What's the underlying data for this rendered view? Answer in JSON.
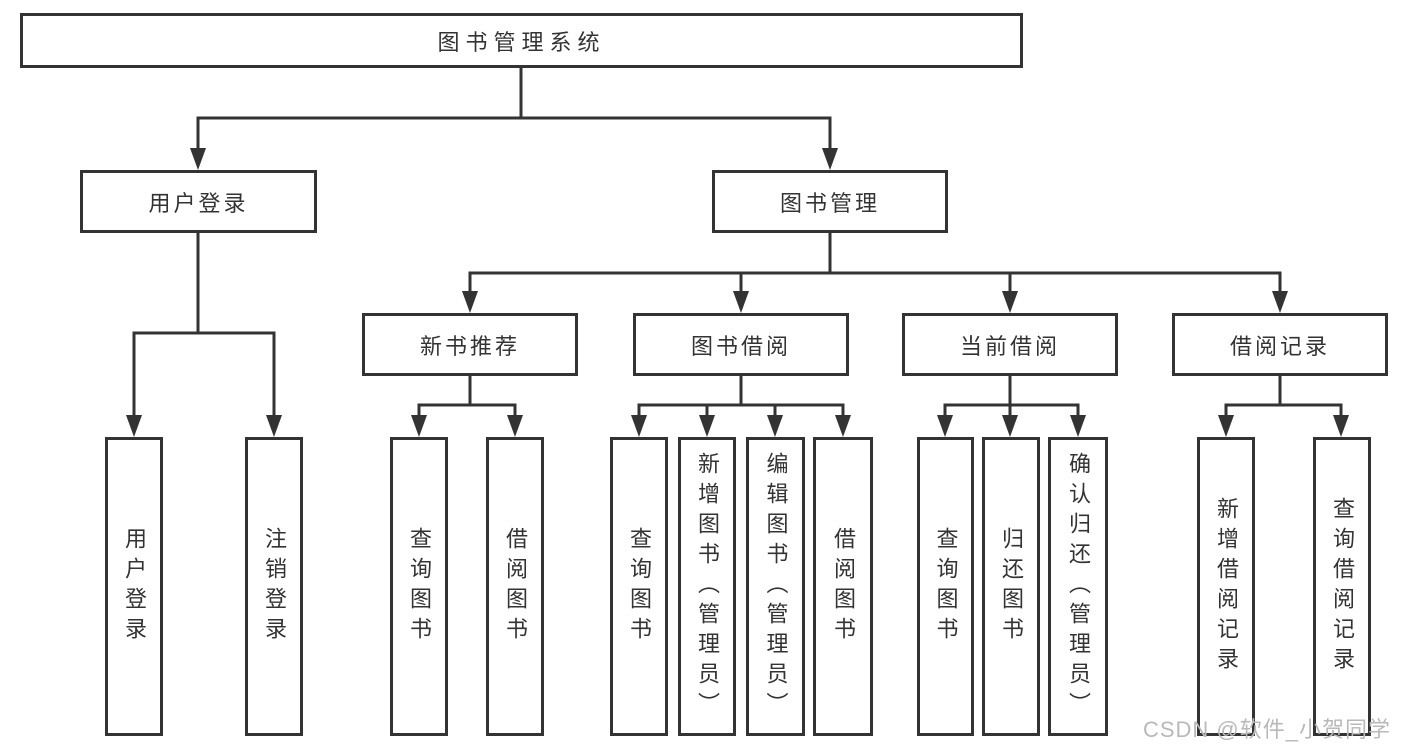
{
  "diagram": {
    "type": "function-structure-tree",
    "root": {
      "label": "图书管理系统"
    },
    "level2": [
      {
        "label": "用户登录"
      },
      {
        "label": "图书管理"
      }
    ],
    "level3": [
      {
        "label": "新书推荐"
      },
      {
        "label": "图书借阅"
      },
      {
        "label": "当前借阅"
      },
      {
        "label": "借阅记录"
      }
    ],
    "leaves": {
      "userLogin": [
        {
          "label": "用户登录"
        },
        {
          "label": "注销登录"
        }
      ],
      "newBooks": [
        {
          "label": "查询图书"
        },
        {
          "label": "借阅图书"
        }
      ],
      "bookBorrow": [
        {
          "label": "查询图书"
        },
        {
          "label": "新增图书（管理员）"
        },
        {
          "label": "编辑图书（管理员）"
        },
        {
          "label": "借阅图书"
        }
      ],
      "currentBorrow": [
        {
          "label": "查询图书"
        },
        {
          "label": "归还图书"
        },
        {
          "label": "确认归还（管理员）"
        }
      ],
      "borrowRecords": [
        {
          "label": "新增借阅记录"
        },
        {
          "label": "查询借阅记录"
        }
      ]
    }
  },
  "watermark": {
    "text": "CSDN @软件_小贺同学"
  },
  "colors": {
    "line": "#333333",
    "text": "#333333",
    "background": "#ffffff",
    "watermark": "#b9b9b9"
  }
}
